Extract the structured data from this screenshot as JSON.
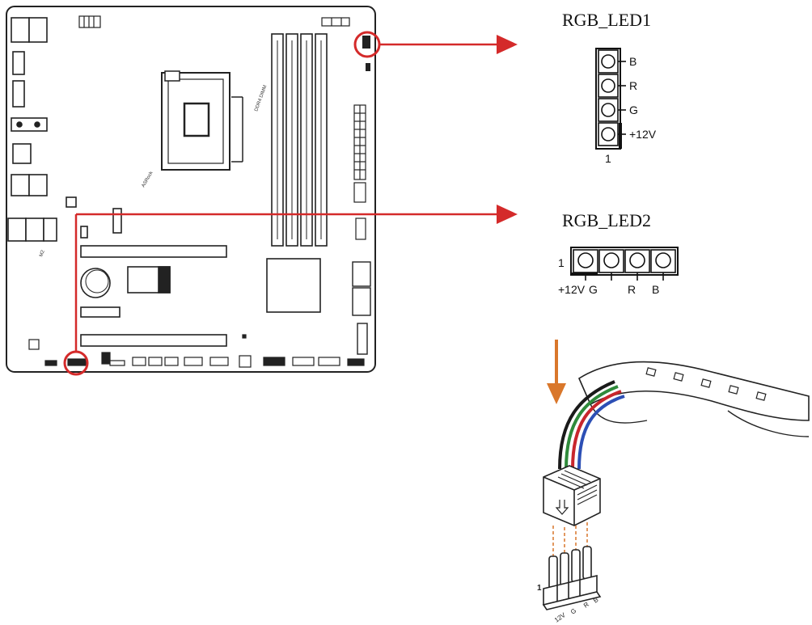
{
  "colors": {
    "callout_red": "#d42a2a",
    "install_arrow_orange": "#d9772b",
    "board_outline": "#222222",
    "wire_black": "#1a1a1a",
    "wire_green": "#2f8a3b",
    "wire_red": "#c8262c",
    "wire_blue": "#2c4fb5"
  },
  "header1": {
    "title": "RGB_LED1",
    "pins": [
      "B",
      "R",
      "G",
      "+12V"
    ],
    "pin1_marker": "1"
  },
  "header2": {
    "title": "RGB_LED2",
    "pins": [
      "+12V",
      "G",
      "R",
      "B"
    ],
    "pin1_marker": "1"
  },
  "cable": {
    "pin1_marker": "1",
    "pins": [
      "12V",
      "G",
      "R",
      "B"
    ]
  },
  "board": {
    "socket_label": "ASRock",
    "dimm_label": "DDR4 DIMM",
    "misc_label": "M2"
  }
}
